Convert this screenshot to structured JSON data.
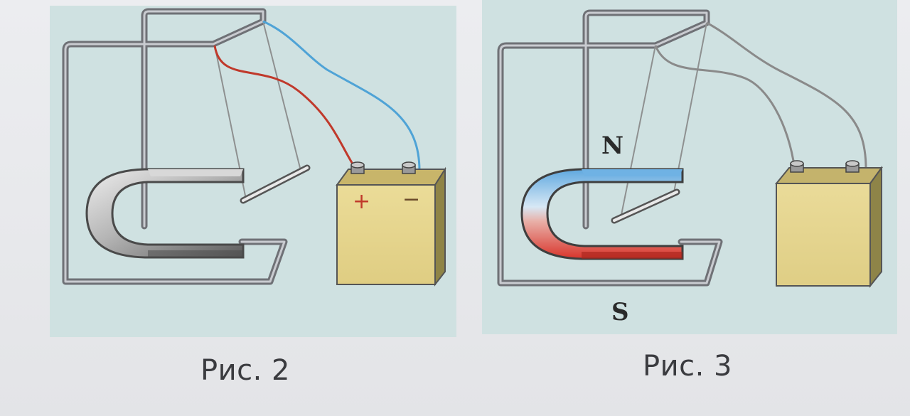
{
  "figures": [
    {
      "caption": "Рис. 2",
      "battery": {
        "plus_sign": "+",
        "minus_sign": "−"
      },
      "colors": {
        "positive_wire": "#c0392b",
        "negative_wire": "#4fa3d6",
        "magnet": "#6d6d6d"
      }
    },
    {
      "caption": "Рис. 3",
      "magnet": {
        "north_label": "N",
        "south_label": "S"
      },
      "colors": {
        "wire": "#8a8a8a",
        "magnet_north": "#5fa8df",
        "magnet_south": "#d9342b"
      }
    }
  ],
  "colors": {
    "panel_background": "#cfe1e1",
    "frame": "#8b8d92",
    "battery_body": "#e6d58e"
  }
}
